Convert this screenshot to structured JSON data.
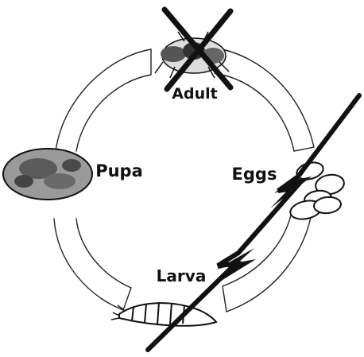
{
  "stages": {
    "adult": "Adult",
    "eggs": "Eggs",
    "larva": "Larva",
    "pupa": "Pupa"
  },
  "colors": {
    "ink": "#111111",
    "background": "#ffffff"
  },
  "marks": {
    "adult_crossed_out": true,
    "cycle_broken_by_lightning": true
  }
}
